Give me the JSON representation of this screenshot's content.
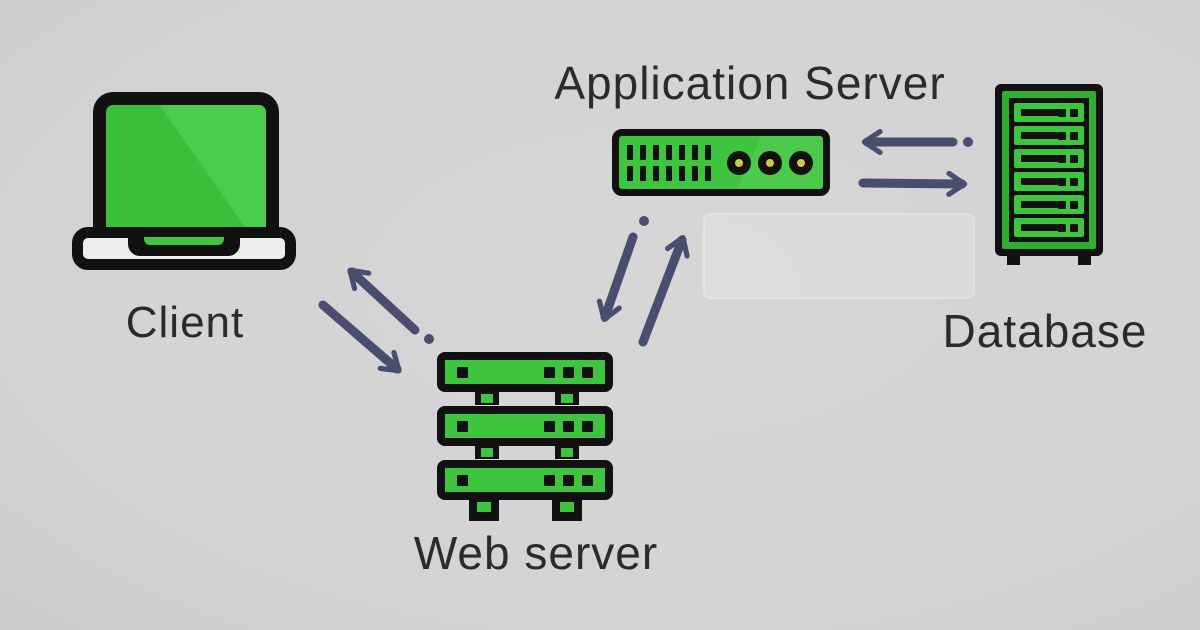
{
  "title": "Three-tier web architecture diagram",
  "colors": {
    "background": "#d3d3d3",
    "green": "#3ec43e",
    "green_dark": "#2fae2f",
    "outline": "#111111",
    "arrow": "#494d6e",
    "label": "#2b2b2b",
    "laptop_base": "#ededed",
    "led_dot": "#c9c94f"
  },
  "nodes": {
    "client": {
      "label": "Client",
      "icon": "laptop-icon"
    },
    "web_server": {
      "label": "Web server",
      "icon": "server-stack-icon"
    },
    "app_server": {
      "label": "Application Server",
      "icon": "rack-server-icon"
    },
    "database": {
      "label": "Database",
      "icon": "database-tower-icon"
    }
  },
  "connections": [
    {
      "from": "client",
      "to": "web_server",
      "type": "bidirectional"
    },
    {
      "from": "web_server",
      "to": "app_server",
      "type": "bidirectional"
    },
    {
      "from": "app_server",
      "to": "database",
      "type": "bidirectional"
    }
  ]
}
